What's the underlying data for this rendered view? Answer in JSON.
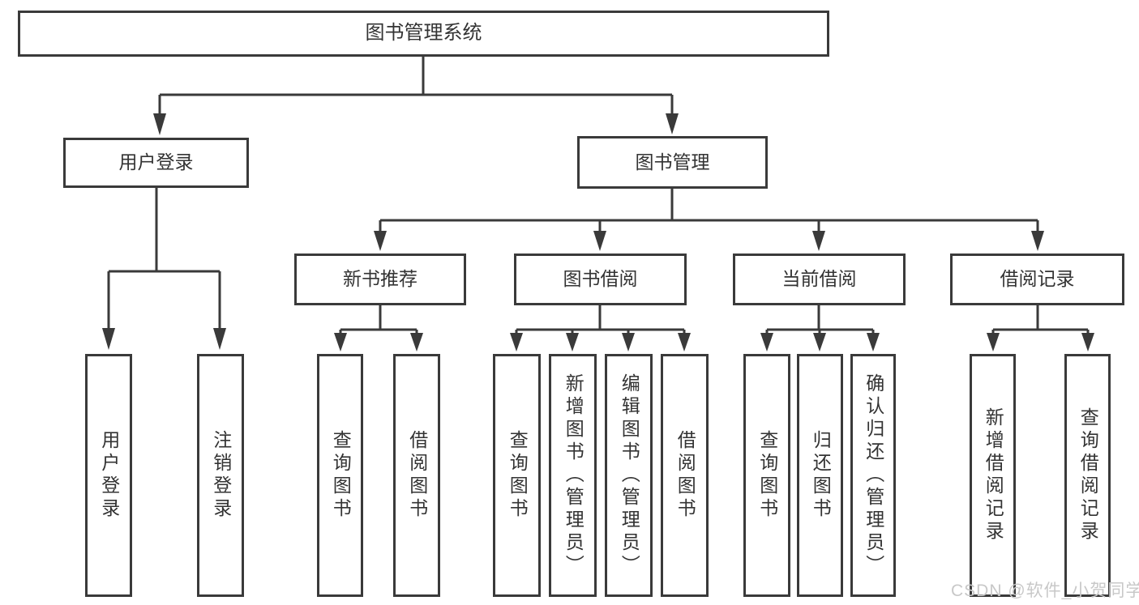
{
  "colors": {
    "line": "#3a3a3a",
    "text": "#333333",
    "watermark": "#c8c8c8"
  },
  "watermark": {
    "text": "CSDN @软件_小贺同学"
  },
  "tree": {
    "root": {
      "label": "图书管理系统"
    },
    "branches": [
      {
        "label": "用户登录",
        "children": [
          {
            "label": "用户登录"
          },
          {
            "label": "注销登录"
          }
        ]
      },
      {
        "label": "图书管理",
        "children": [
          {
            "label": "新书推荐",
            "children": [
              {
                "label": "查询图书"
              },
              {
                "label": "借阅图书"
              }
            ]
          },
          {
            "label": "图书借阅",
            "children": [
              {
                "label": "查询图书"
              },
              {
                "label": "新增图书（管理员）"
              },
              {
                "label": "编辑图书（管理员）"
              },
              {
                "label": "借阅图书"
              }
            ]
          },
          {
            "label": "当前借阅",
            "children": [
              {
                "label": "查询图书"
              },
              {
                "label": "归还图书"
              },
              {
                "label": "确认归还（管理员）"
              }
            ]
          },
          {
            "label": "借阅记录",
            "children": [
              {
                "label": "新增借阅记录"
              },
              {
                "label": "查询借阅记录"
              }
            ]
          }
        ]
      }
    ]
  }
}
